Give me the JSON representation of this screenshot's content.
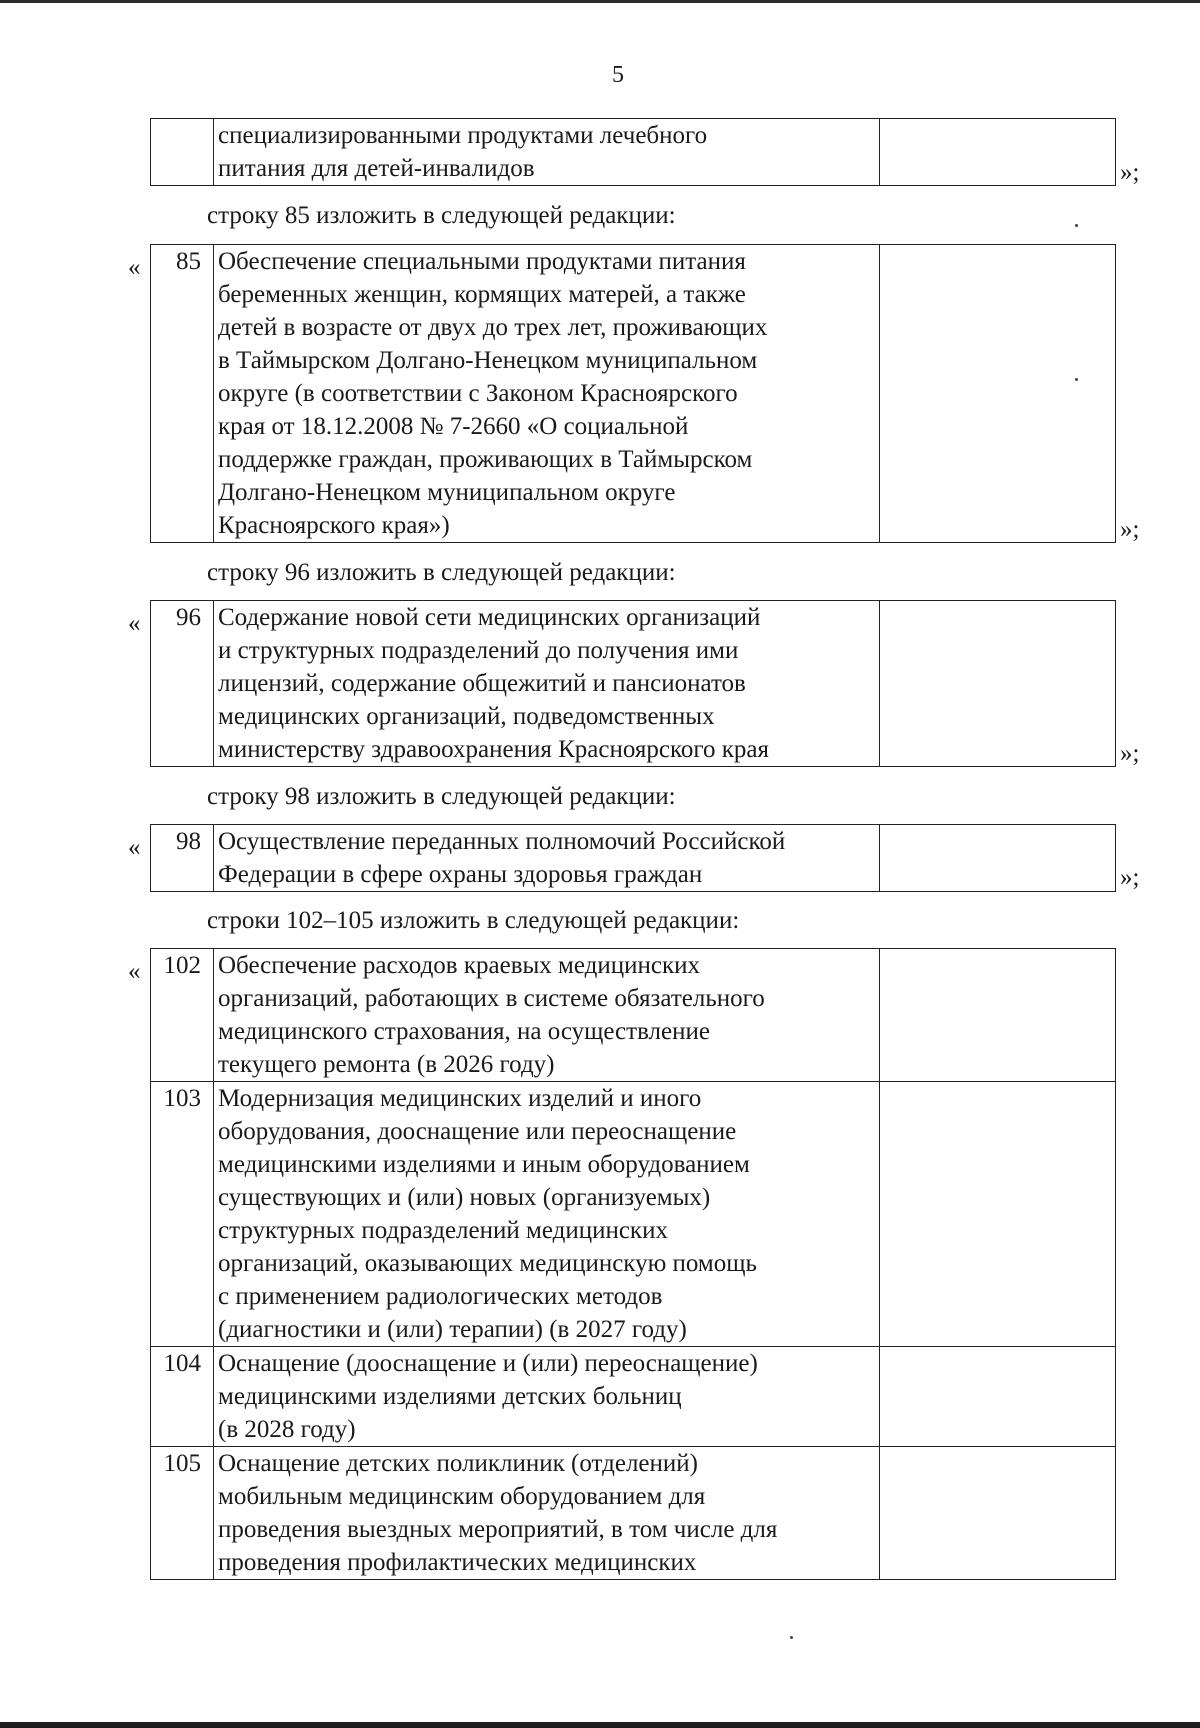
{
  "page": {
    "number": "5",
    "open_quote": "«",
    "close_quote": "»;"
  },
  "t1": {
    "rows": [
      {
        "num": "",
        "lines": [
          "специализированными продуктами лечебного",
          "питания для детей-инвалидов"
        ]
      }
    ]
  },
  "p85": {
    "text": "строку 85 изложить в следующей редакции:"
  },
  "t85": {
    "rows": [
      {
        "num": "85",
        "lines": [
          "Обеспечение специальными продуктами питания",
          "беременных женщин, кормящих матерей, а также",
          "детей в возрасте от двух до трех лет, проживающих",
          "в Таймырском Долгано-Ненецком муниципальном",
          "округе  (в соответствии с Законом Красноярского",
          "края от 18.12.2008 № 7-2660 «О социальной",
          "поддержке граждан, проживающих в Таймырском",
          "Долгано-Ненецком муниципальном округе",
          "Красноярского края»)"
        ]
      }
    ]
  },
  "p96": {
    "text": "строку 96 изложить в следующей редакции:"
  },
  "t96": {
    "rows": [
      {
        "num": "96",
        "lines": [
          "Содержание новой сети медицинских организаций",
          "и структурных подразделений до получения ими",
          "лицензий, содержание общежитий и пансионатов",
          "медицинских организаций, подведомственных",
          "министерству здравоохранения Красноярского края"
        ]
      }
    ]
  },
  "p98": {
    "text": "строку 98 изложить в следующей редакции:"
  },
  "t98": {
    "rows": [
      {
        "num": "98",
        "lines": [
          "Осуществление переданных полномочий Российской",
          "Федерации в сфере охраны здоровья граждан"
        ]
      }
    ]
  },
  "p102": {
    "text": "строки 102–105 изложить в следующей редакции:"
  },
  "t102": {
    "rows": [
      {
        "num": "102",
        "lines": [
          "Обеспечение расходов краевых медицинских",
          "организаций, работающих в системе обязательного",
          "медицинского страхования, на осуществление",
          "текущего ремонта (в 2026 году)"
        ]
      },
      {
        "num": "103",
        "lines": [
          "Модернизация медицинских изделий и иного",
          "оборудования, дооснащение или переоснащение",
          "медицинскими изделиями и иным оборудованием",
          "существующих и (или) новых (организуемых)",
          "структурных подразделений медицинских",
          "организаций, оказывающих медицинскую помощь",
          "с применением радиологических методов",
          "(диагностики и (или) терапии) (в 2027 году)"
        ]
      },
      {
        "num": "104",
        "lines": [
          "Оснащение (дооснащение и (или) переоснащение)",
          "медицинскими изделиями детских больниц",
          "(в 2028 году)"
        ]
      },
      {
        "num": "105",
        "lines": [
          "Оснащение детских поликлиник (отделений)",
          "мобильным медицинским оборудованием для",
          "проведения выездных мероприятий, в том числе для",
          "проведения профилактических медицинских"
        ]
      }
    ]
  }
}
